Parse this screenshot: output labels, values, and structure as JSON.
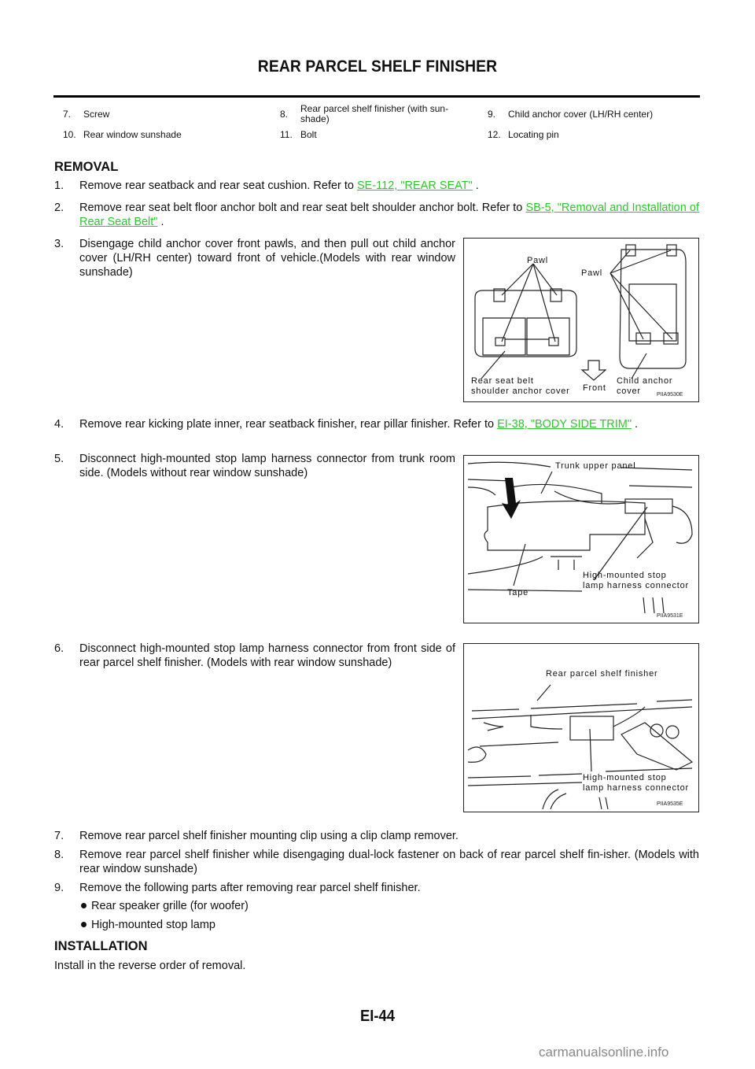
{
  "header": {
    "title": "REAR PARCEL SHELF FINISHER"
  },
  "legend": [
    [
      {
        "num": "7.",
        "label": "Screw"
      },
      {
        "num": "8.",
        "label": "Rear parcel shelf finisher (with sun-shade)"
      },
      {
        "num": "9.",
        "label": "Child anchor cover (LH/RH center)"
      }
    ],
    [
      {
        "num": "10.",
        "label": "Rear window  sunshade"
      },
      {
        "num": "11.",
        "label": "Bolt"
      },
      {
        "num": "12.",
        "label": "Locating pin"
      }
    ]
  ],
  "removal": {
    "heading": "REMOVAL",
    "steps": [
      {
        "num": "1.",
        "text": "Remove rear seatback and rear seat cushion. Refer to ",
        "link": "SE-112, \"REAR SEAT\"",
        "after": " ."
      },
      {
        "num": "2.",
        "text": "Remove rear seat belt floor anchor bolt and rear seat belt shoulder anchor bolt. Refer to ",
        "link": "SB-5, \"Removal and Installation of Rear Seat Belt\"",
        "after": " ."
      },
      {
        "num": "3.",
        "text": "Disengage child anchor cover front pawls, and then pull out child anchor cover (LH/RH center) toward front of vehicle.(Models with rear window sunshade)"
      },
      {
        "num": "4.",
        "text": "Remove rear kicking plate inner, rear seatback finisher, rear pillar finisher. Refer to ",
        "link": "EI-38, \"BODY SIDE TRIM\"",
        "after": " ."
      },
      {
        "num": "5.",
        "text": "Disconnect high-mounted stop lamp harness connector from trunk room side. (Models without rear window sunshade)"
      },
      {
        "num": "6.",
        "text": "Disconnect high-mounted stop lamp harness connector from front side of rear parcel shelf finisher. (Models with rear window sunshade)"
      },
      {
        "num": "7.",
        "text": "Remove rear parcel shelf finisher mounting clip using a clip clamp remover."
      },
      {
        "num": "8.",
        "text": "Remove rear parcel shelf finisher while disengaging dual-lock fastener on back of rear parcel shelf fin-isher. (Models with rear window sunshade)"
      },
      {
        "num": "9.",
        "text": "Remove the following parts after removing rear parcel shelf finisher."
      }
    ],
    "bullets": [
      "Rear speaker grille (for woofer)",
      "High-mounted stop lamp"
    ]
  },
  "figures": {
    "fig1": {
      "code": "PIIA9530E",
      "labels": {
        "pawl_left": "Pawl",
        "pawl_right": "Pawl",
        "rear_seat_belt_1": "Rear seat belt",
        "rear_seat_belt_2": "shoulder anchor cover",
        "front": "Front",
        "child_anchor_1": "Child anchor",
        "child_anchor_2": "cover"
      }
    },
    "fig2": {
      "code": "PIIA9531E",
      "labels": {
        "trunk_upper_panel": "Trunk upper panel",
        "connector_1": "High-mounted stop",
        "connector_2": "lamp harness connector",
        "tape": "Tape"
      }
    },
    "fig3": {
      "code": "PIIA9535E",
      "labels": {
        "parcel_shelf": "Rear parcel shelf finisher",
        "connector_1": "High-mounted stop",
        "connector_2": "lamp harness connector"
      }
    }
  },
  "installation": {
    "heading": "INSTALLATION",
    "text": "Install in the reverse order of removal."
  },
  "footer": {
    "page_number": "EI-44",
    "watermark": "carmanualsonline.info"
  },
  "colors": {
    "link": "#2fc52f",
    "text": "#111111",
    "watermark": "#888888"
  }
}
